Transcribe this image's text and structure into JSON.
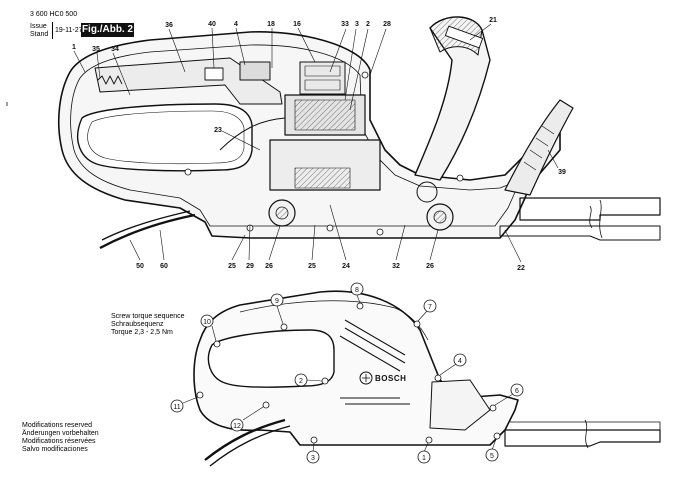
{
  "header": {
    "part_number": "3 600 HC0 500",
    "issue_label": "Issue",
    "stand_label": "Stand",
    "date": "19-11-27",
    "figure_label": "Fig./Abb. 2"
  },
  "exploded_view": {
    "callouts_top": [
      "1",
      "35",
      "34",
      "36",
      "40",
      "4",
      "18",
      "16",
      "33",
      "3",
      "2",
      "28",
      "21"
    ],
    "callouts_side": [
      "23",
      "39"
    ],
    "callouts_bottom": [
      "50",
      "60",
      "25",
      "29",
      "26",
      "25",
      "24",
      "32",
      "26",
      "22"
    ]
  },
  "torque_view": {
    "title_en": "Screw torque sequence",
    "title_de": "Schraubsequenz",
    "torque": "Torque 2,3 - 2,5 Nm",
    "brand": "BOSCH",
    "screw_numbers": [
      "1",
      "2",
      "3",
      "4",
      "5",
      "6",
      "7",
      "8",
      "9",
      "10",
      "11",
      "12"
    ]
  },
  "notes": [
    "Modifications reserved",
    "Änderungen vorbehalten",
    "Modifications réservées",
    "Salvo modificaciones"
  ],
  "colors": {
    "ink": "#111111",
    "housing_fill": "#f4f4f4",
    "shade": "#cfcfcf"
  }
}
